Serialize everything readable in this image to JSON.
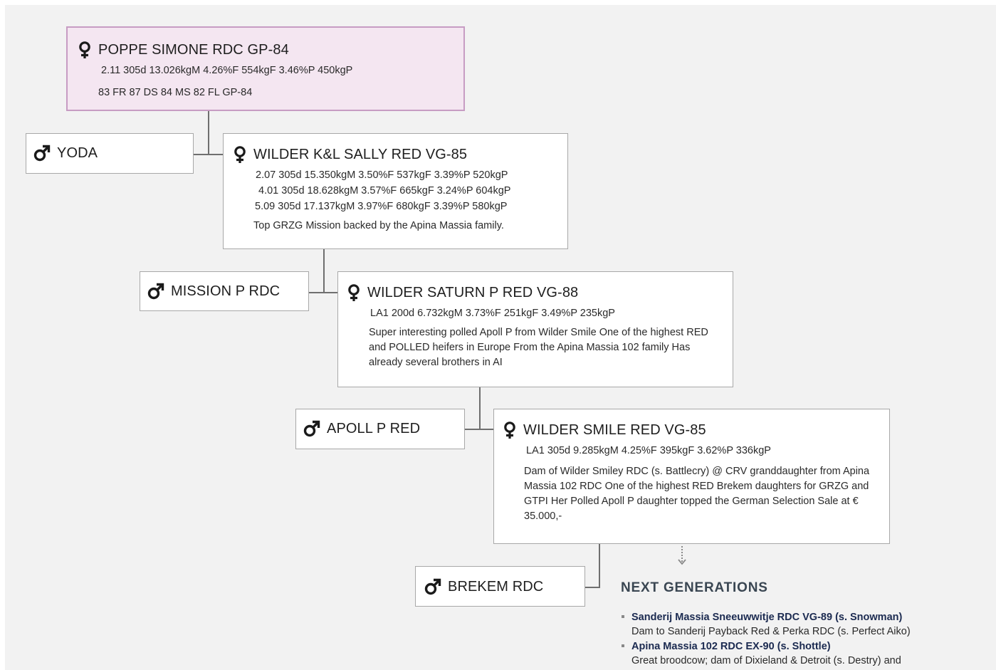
{
  "main_cow": {
    "name": "POPPE SIMONE RDC GP-84",
    "lines": [
      "2.11 305d 13.026kgM 4.26%F 554kgF 3.46%P 450kgP",
      "83 FR  87 DS  84 MS  82 FL  GP-84"
    ]
  },
  "generations": [
    {
      "sire": {
        "name": "YODA"
      },
      "dam": {
        "name": "WILDER K&L SALLY RED VG-85",
        "lines": [
          "2.07 305d 15.350kgM 3.50%F 537kgF 3.39%P 520kgP",
          "4.01 305d 18.628kgM 3.57%F 665kgF 3.24%P 604kgP",
          "5.09 305d  17.137kgM 3.97%F 680kgF 3.39%P 580kgP"
        ],
        "description": "Top GRZG Mission backed by the Apina Massia family."
      }
    },
    {
      "sire": {
        "name": "MISSION P RDC"
      },
      "dam": {
        "name": "WILDER SATURN P RED VG-88",
        "lines": [
          "LA1 200d 6.732kgM 3.73%F 251kgF 3.49%P 235kgP"
        ],
        "description": "Super interesting polled Apoll P from Wilder Smile One of the highest RED and POLLED heifers in Europe From the Apina Massia 102 family Has already several brothers in AI"
      }
    },
    {
      "sire": {
        "name": "APOLL P RED"
      },
      "dam": {
        "name": "WILDER SMILE RED VG-85",
        "lines": [
          "LA1 305d 9.285kgM 4.25%F 395kgF 3.62%P 336kgP"
        ],
        "description": "Dam of Wilder Smiley RDC (s. Battlecry) @ CRV  granddaughter from Apina Massia 102 RDC One of the highest RED Brekem daughters for GRZG and GTPI Her Polled Apoll P daughter topped the German Selection Sale at € 35.000,-"
      }
    },
    {
      "sire": {
        "name": "BREKEM RDC"
      }
    }
  ],
  "next_generations": {
    "title": "NEXT GENERATIONS",
    "items": [
      {
        "head": "Sanderij Massia Sneeuwwitje RDC VG-89 (s. Snowman)",
        "sub": "Dam to Sanderij Payback Red & Perka RDC (s. Perfect Aiko)"
      },
      {
        "head": "Apina Massia 102 RDC EX-90 (s. Shottle)",
        "sub": "Great broodcow; dam of Dixieland & Detroit (s. Destry) and"
      }
    ]
  },
  "icons": {
    "female": "female-symbol-icon",
    "male": "male-symbol-icon",
    "arrow": "dotted-down-arrow-icon"
  },
  "colors": {
    "main_fill": "#f4e6f1",
    "main_border": "#c79cc3",
    "background": "#f2f2f2",
    "connector": "#6f6f6f",
    "next_title": "#3a4652",
    "next_head": "#1b2a50"
  }
}
